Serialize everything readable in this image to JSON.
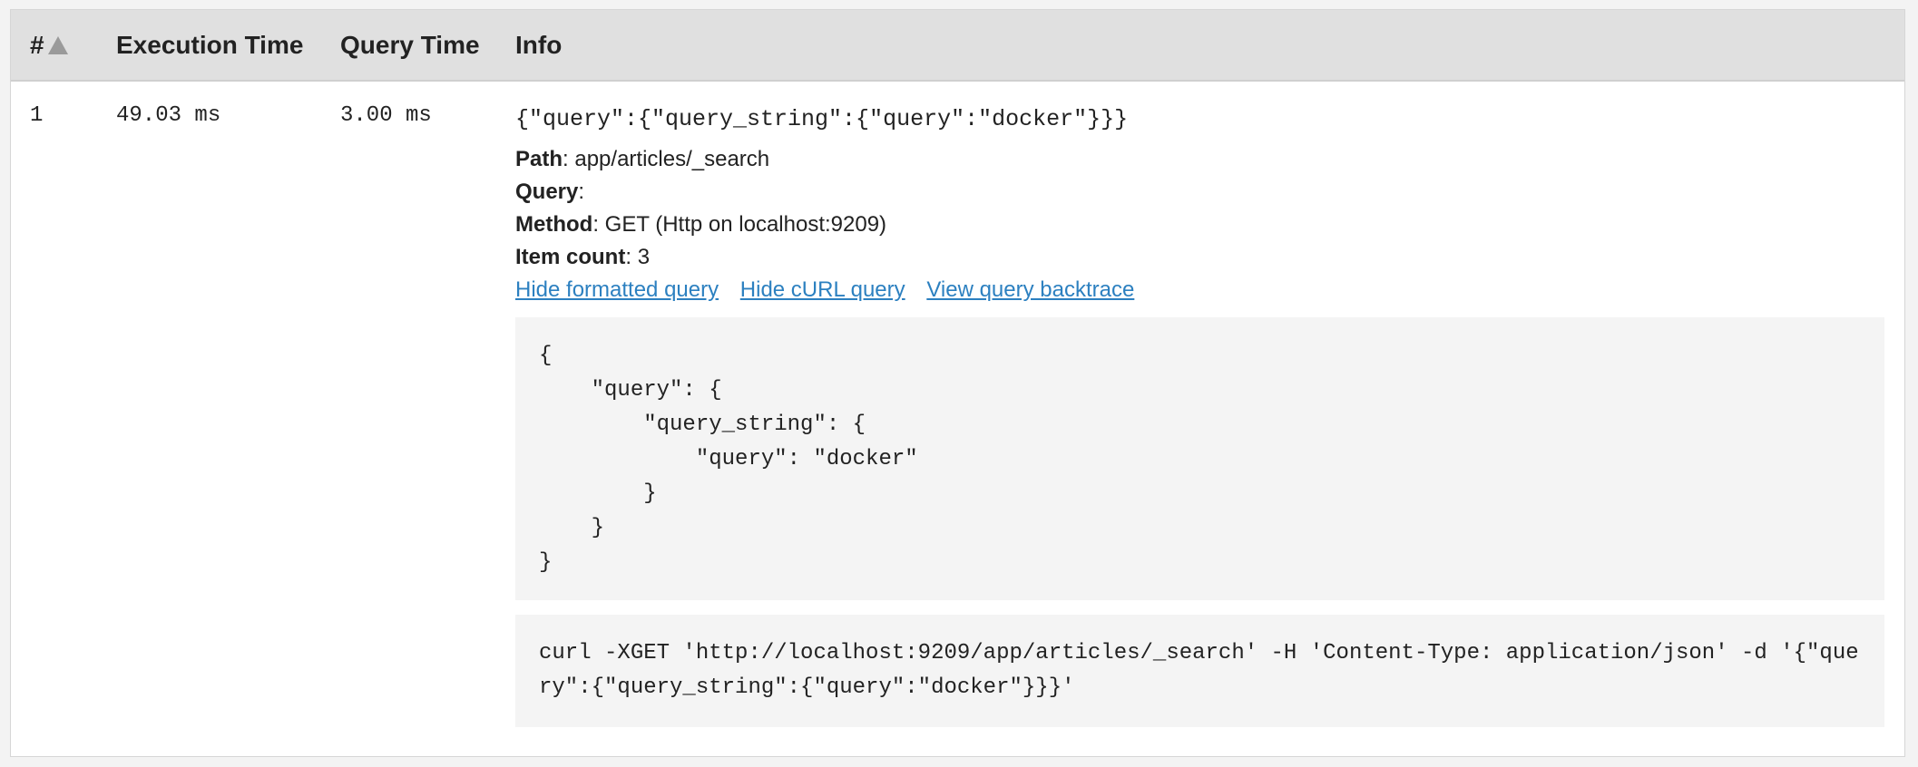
{
  "table": {
    "headers": {
      "num": "#",
      "execution_time": "Execution Time",
      "query_time": "Query Time",
      "info": "Info"
    },
    "sort_icon": "triangle-up-icon",
    "rows": [
      {
        "num": "1",
        "execution_time": "49.03 ms",
        "query_time": "3.00 ms",
        "raw_query": "{\"query\":{\"query_string\":{\"query\":\"docker\"}}}",
        "path_label": "Path",
        "path_value": "app/articles/_search",
        "query_label": "Query",
        "query_value": "",
        "method_label": "Method",
        "method_value": "GET (Http on localhost:9209)",
        "item_count_label": "Item count",
        "item_count_value": "3",
        "links": {
          "hide_formatted": "Hide formatted query",
          "hide_curl": "Hide cURL query",
          "view_backtrace": "View query backtrace"
        },
        "formatted_query": "{\n    \"query\": {\n        \"query_string\": {\n            \"query\": \"docker\"\n        }\n    }\n}",
        "curl_query": "curl -XGET 'http://localhost:9209/app/articles/_search' -H 'Content-Type: application/json' -d '{\"query\":{\"query_string\":{\"query\":\"docker\"}}}'"
      }
    ]
  },
  "colors": {
    "header_bg": "#e0e0e0",
    "link": "#2c80c0",
    "code_bg": "#f4f4f4"
  }
}
